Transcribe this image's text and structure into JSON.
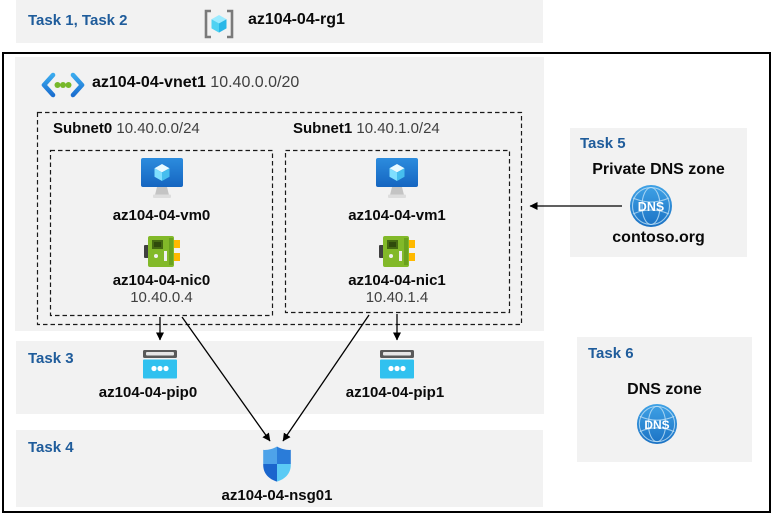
{
  "colors": {
    "band_bg": "#F2F2F2",
    "task_heading": "#1F5C9B",
    "frame_border": "#000000",
    "primary_text": "#0A0A0A",
    "secondary_text": "#404040",
    "pip_cyan": "#31C1EF",
    "nic_green": "#82B929",
    "vm_blue": "#1E7FD8",
    "dns_blue": "#2B8BD6"
  },
  "header": {
    "tasks_label": "Task 1, Task 2",
    "resource_group_name": "az104-04-rg1"
  },
  "vnet": {
    "name": "az104-04-vnet1",
    "cidr": "10.40.0.0/20"
  },
  "subnets": [
    {
      "name": "Subnet0",
      "cidr": "10.40.0.0/24",
      "vm_name": "az104-04-vm0",
      "nic_name": "az104-04-nic0",
      "nic_ip": "10.40.0.4"
    },
    {
      "name": "Subnet1",
      "cidr": "10.40.1.0/24",
      "vm_name": "az104-04-vm1",
      "nic_name": "az104-04-nic1",
      "nic_ip": "10.40.1.4"
    }
  ],
  "task3": {
    "label": "Task 3",
    "pip0": "az104-04-pip0",
    "pip1": "az104-04-pip1"
  },
  "task4": {
    "label": "Task 4",
    "nsg_name": "az104-04-nsg01"
  },
  "task5": {
    "label": "Task 5",
    "title": "Private DNS zone",
    "zone_name": "contoso.org",
    "dns_badge": "DNS"
  },
  "task6": {
    "label": "Task 6",
    "title": "DNS zone",
    "dns_badge": "DNS"
  }
}
